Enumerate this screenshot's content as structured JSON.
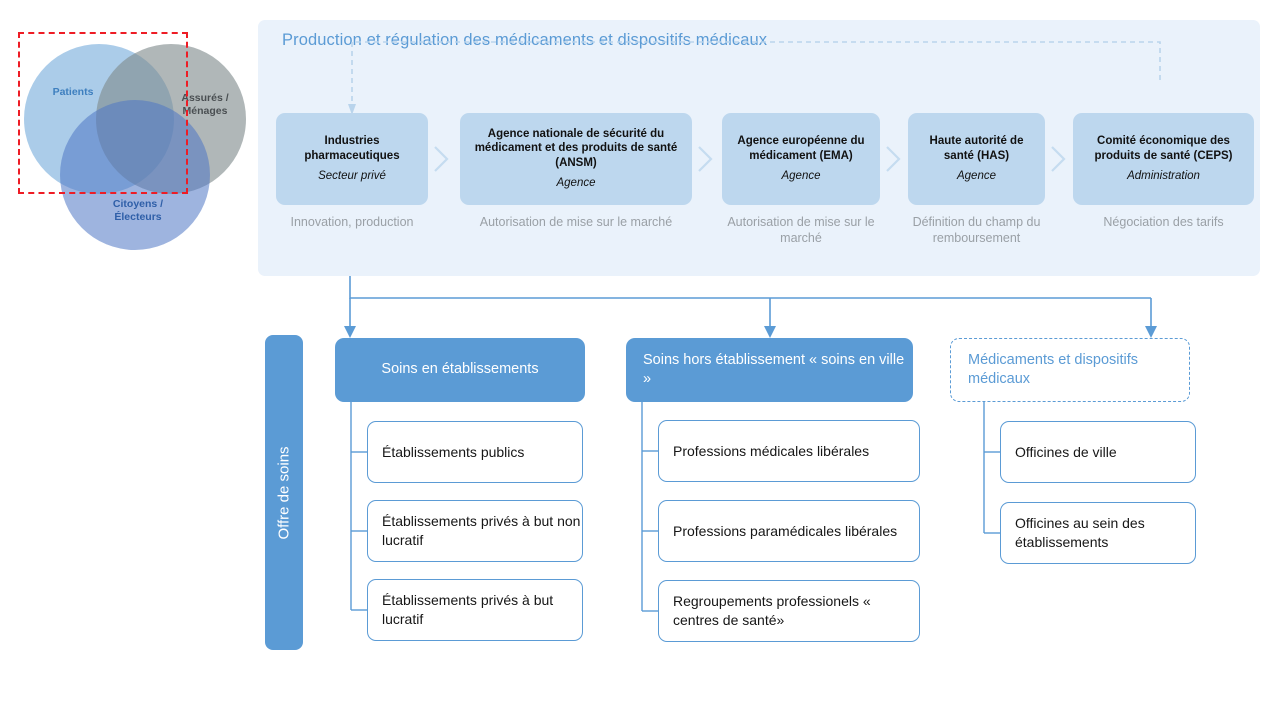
{
  "venn": {
    "labels": [
      {
        "id": "patients",
        "text": "Patients"
      },
      {
        "id": "assures",
        "text": "Assurés /\nMénages"
      },
      {
        "id": "citoyens",
        "text": "Citoyens /\nÉlecteurs"
      }
    ],
    "highlight_color": "#ee1c25",
    "colors": {
      "patients": "#9cc3e5",
      "assures": "#7f8a8c",
      "citoyens": "#4f77c4"
    }
  },
  "panel": {
    "title": "Production et régulation des médicaments et dispositifs médicaux",
    "background": "#eaf2fb",
    "title_color": "#5b9bd5",
    "process": [
      {
        "name": "Industries pharmaceutiques",
        "type": "Secteur privé",
        "caption": "Innovation, production"
      },
      {
        "name": "Agence nationale de sécurité du médicament et des produits de santé (ANSM)",
        "type": "Agence",
        "caption": "Autorisation de mise sur le marché"
      },
      {
        "name": "Agence européenne du médicament (EMA)",
        "type": "Agence",
        "caption": "Autorisation de mise sur le marché"
      },
      {
        "name": "Haute autorité de santé (HAS)",
        "type": "Agence",
        "caption": "Définition du champ du remboursement"
      },
      {
        "name": "Comité économique des produits de santé (CEPS)",
        "type": "Administration",
        "caption": "Négociation des tarifs"
      }
    ]
  },
  "offre": {
    "label": "Offre de soins",
    "color": "#5b9bd5"
  },
  "categories": [
    {
      "id": "soins-en-etablissements",
      "label": "Soins en établissements",
      "style": "solid",
      "items": [
        "Établissements publics",
        "Établissements privés à but non lucratif",
        "Établissements privés à but lucratif"
      ]
    },
    {
      "id": "soins-hors-etablissement",
      "label": "Soins hors établissement « soins en ville »",
      "style": "solid",
      "items": [
        "Professions médicales libérales",
        "Professions paramédicales libérales",
        "Regroupements professionels « centres de santé»"
      ]
    },
    {
      "id": "medicaments-et-dispositifs",
      "label": "Médicaments et dispositifs médicaux",
      "style": "dashed",
      "items": [
        "Officines de ville",
        "Officines au sein des établissements"
      ]
    }
  ]
}
